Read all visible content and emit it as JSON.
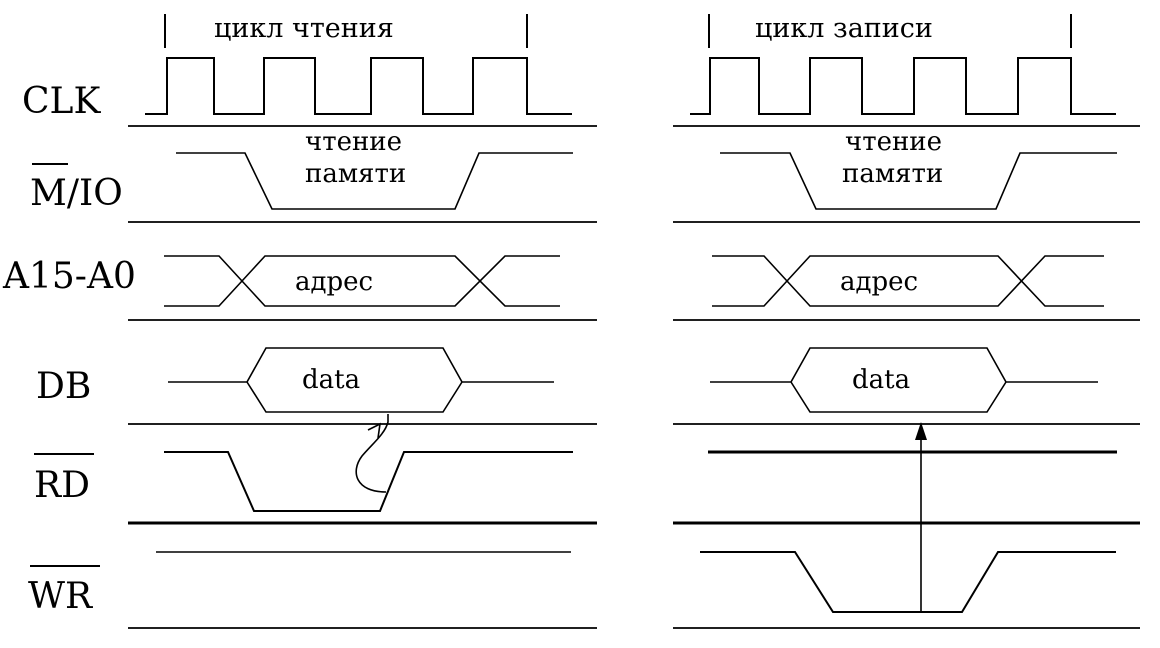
{
  "signals": {
    "clk": "CLK",
    "mio_overbar": "M",
    "mio_rest": "/IO",
    "addr": "A15-A0",
    "db": "DB",
    "rd": "RD",
    "wr": "WR"
  },
  "read_cycle": {
    "title": "цикл чтения",
    "mio_line1": "чтение",
    "mio_line2": "памяти",
    "addr_label": "адрес",
    "data_label": "data"
  },
  "write_cycle": {
    "title": "цикл  записи",
    "mio_line1": "чтение",
    "mio_line2": "памяти",
    "addr_label": "адрес",
    "data_label": "data"
  }
}
